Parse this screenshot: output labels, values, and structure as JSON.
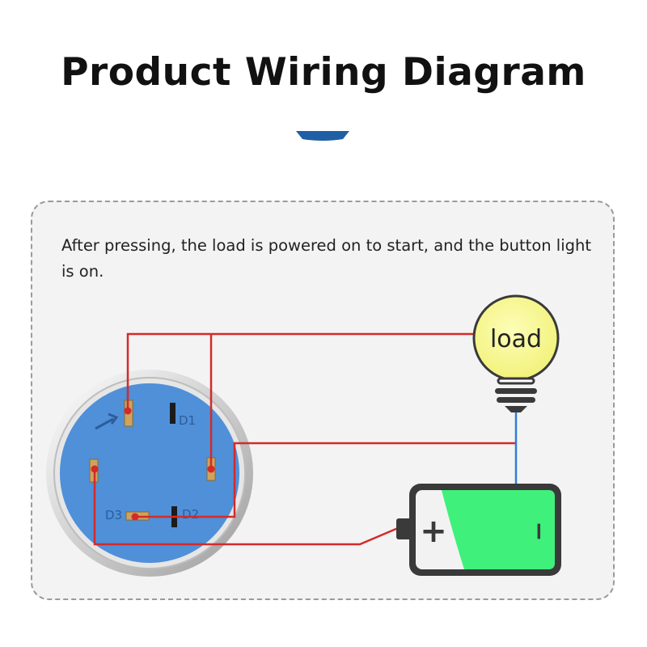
{
  "title": "Product Wiring Diagram",
  "description": "After pressing, the load is powered on to start, and the button light is on.",
  "load": {
    "label": "load"
  },
  "switch": {
    "terminals": {
      "d1": "D1",
      "d2": "D2",
      "d3": "D3"
    }
  },
  "battery": {
    "positive": "+",
    "negative": "−"
  },
  "colors": {
    "accent": "#1f5fa6",
    "wire_red": "#d42a2a",
    "wire_blue": "#2f7ed8",
    "switch_body": "#4f90d8",
    "bulb": "#fafa98",
    "battery_fill": "#3ff07b",
    "battery_body": "#3a3a3a"
  }
}
